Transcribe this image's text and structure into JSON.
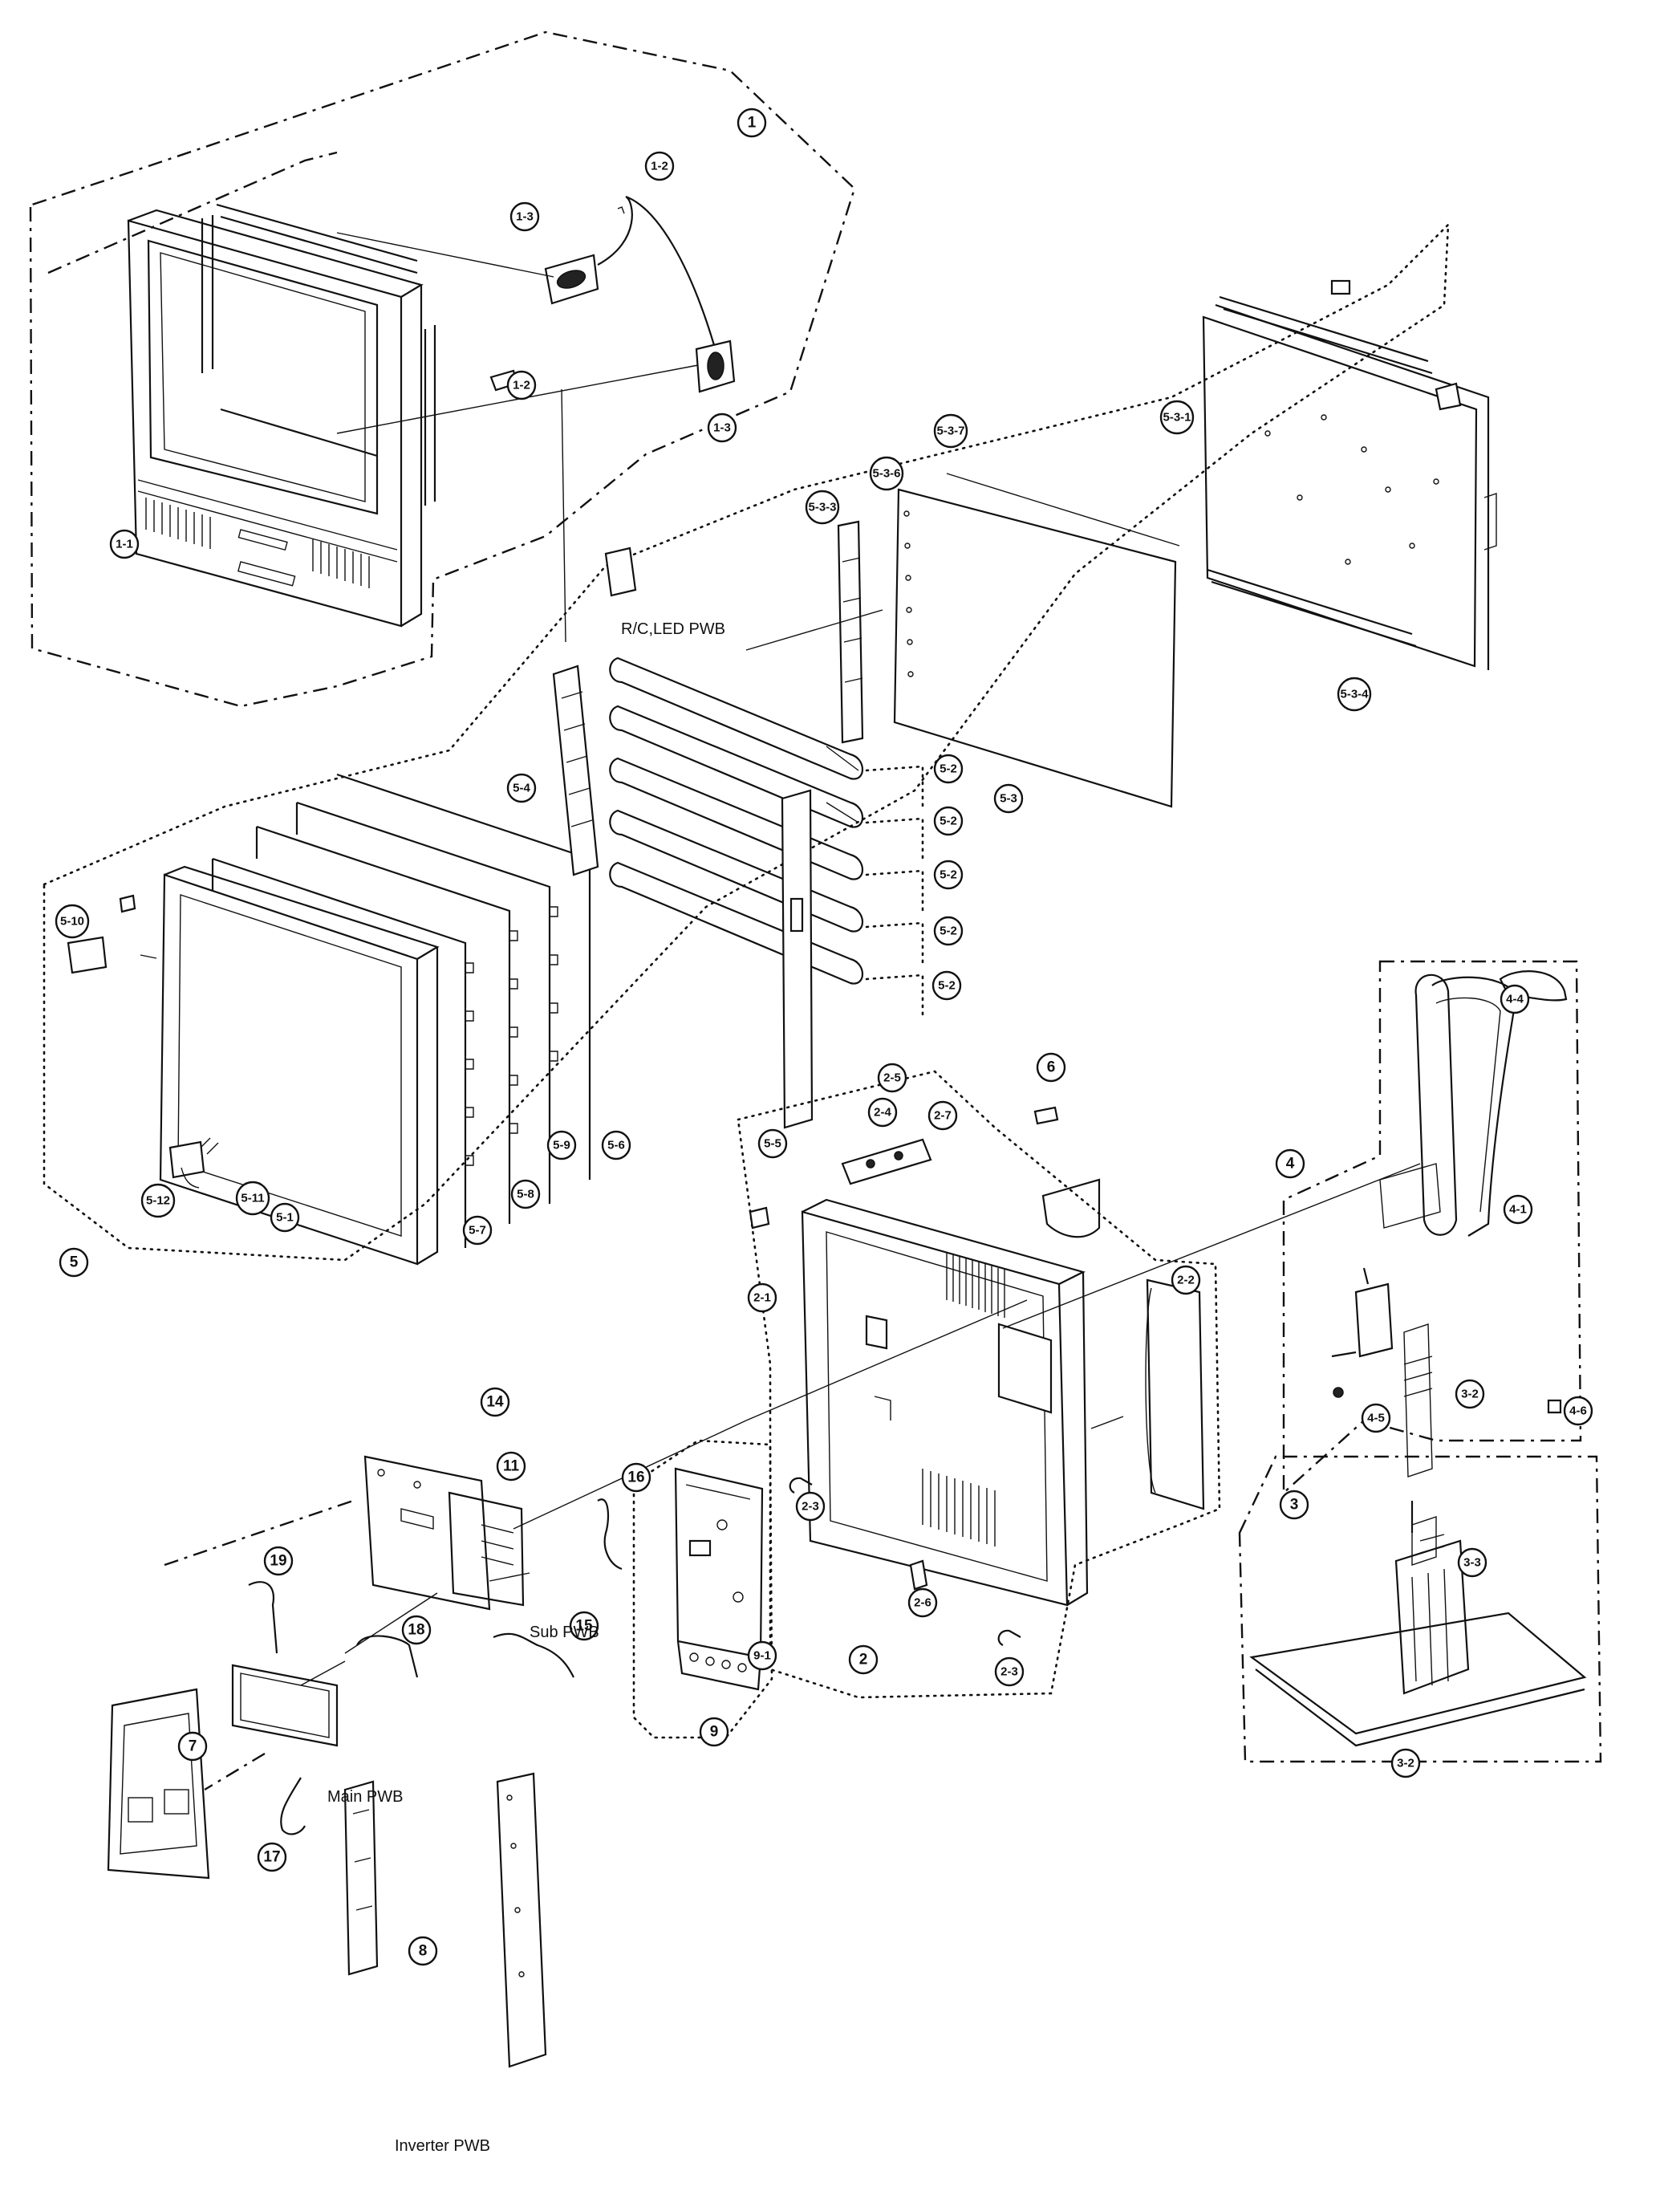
{
  "callouts": [
    {
      "id": "c-1",
      "label": "1"
    },
    {
      "id": "c-1-1",
      "label": "1-1"
    },
    {
      "id": "c-1-2a",
      "label": "1-2"
    },
    {
      "id": "c-1-2b",
      "label": "1-2"
    },
    {
      "id": "c-1-3a",
      "label": "1-3"
    },
    {
      "id": "c-1-3b",
      "label": "1-3"
    },
    {
      "id": "c-5-3-1",
      "label": "5-3-1"
    },
    {
      "id": "c-5-3-7",
      "label": "5-3-7"
    },
    {
      "id": "c-5-3-6",
      "label": "5-3-6"
    },
    {
      "id": "c-5-3-3",
      "label": "5-3-3"
    },
    {
      "id": "c-5-3-4",
      "label": "5-3-4"
    },
    {
      "id": "c-5-3",
      "label": "5-3"
    },
    {
      "id": "c-5-4",
      "label": "5-4"
    },
    {
      "id": "c-5-2a",
      "label": "5-2"
    },
    {
      "id": "c-5-2b",
      "label": "5-2"
    },
    {
      "id": "c-5-2c",
      "label": "5-2"
    },
    {
      "id": "c-5-2d",
      "label": "5-2"
    },
    {
      "id": "c-5-2e",
      "label": "5-2"
    },
    {
      "id": "c-5-5",
      "label": "5-5"
    },
    {
      "id": "c-5-10",
      "label": "5-10"
    },
    {
      "id": "c-5-12",
      "label": "5-12"
    },
    {
      "id": "c-5-11",
      "label": "5-11"
    },
    {
      "id": "c-5-1",
      "label": "5-1"
    },
    {
      "id": "c-5-7",
      "label": "5-7"
    },
    {
      "id": "c-5-8a",
      "label": "5-8"
    },
    {
      "id": "c-5-9",
      "label": "5-9"
    },
    {
      "id": "c-5-6",
      "label": "5-6"
    },
    {
      "id": "c-5",
      "label": "5"
    },
    {
      "id": "c-6",
      "label": "6"
    },
    {
      "id": "c-2-4",
      "label": "2-4"
    },
    {
      "id": "c-2-5",
      "label": "2-5"
    },
    {
      "id": "c-2-7",
      "label": "2-7"
    },
    {
      "id": "c-2-1",
      "label": "2-1"
    },
    {
      "id": "c-2-2",
      "label": "2-2"
    },
    {
      "id": "c-2-3a",
      "label": "2-3"
    },
    {
      "id": "c-2-6",
      "label": "2-6"
    },
    {
      "id": "c-2",
      "label": "2"
    },
    {
      "id": "c-2-3b",
      "label": "2-3"
    },
    {
      "id": "c-4-4",
      "label": "4-4"
    },
    {
      "id": "c-4",
      "label": "4"
    },
    {
      "id": "c-4-1",
      "label": "4-1"
    },
    {
      "id": "c-3-2a",
      "label": "3-2"
    },
    {
      "id": "c-4-5",
      "label": "4-5"
    },
    {
      "id": "c-4-6",
      "label": "4-6"
    },
    {
      "id": "c-3",
      "label": "3"
    },
    {
      "id": "c-3-3",
      "label": "3-3"
    },
    {
      "id": "c-3-2b",
      "label": "3-2"
    },
    {
      "id": "c-14",
      "label": "14"
    },
    {
      "id": "c-11",
      "label": "11"
    },
    {
      "id": "c-16",
      "label": "16"
    },
    {
      "id": "c-19",
      "label": "19"
    },
    {
      "id": "c-18",
      "label": "18"
    },
    {
      "id": "c-15",
      "label": "15"
    },
    {
      "id": "c-9-1",
      "label": "9-1"
    },
    {
      "id": "c-9",
      "label": "9"
    },
    {
      "id": "c-7",
      "label": "7"
    },
    {
      "id": "c-17",
      "label": "17"
    },
    {
      "id": "c-8",
      "label": "8"
    }
  ],
  "pwb_labels": {
    "rc_led": "R/C,LED PWB",
    "sub": "Sub PWB",
    "main": "Main PWB",
    "inverter": "Inverter PWB"
  }
}
